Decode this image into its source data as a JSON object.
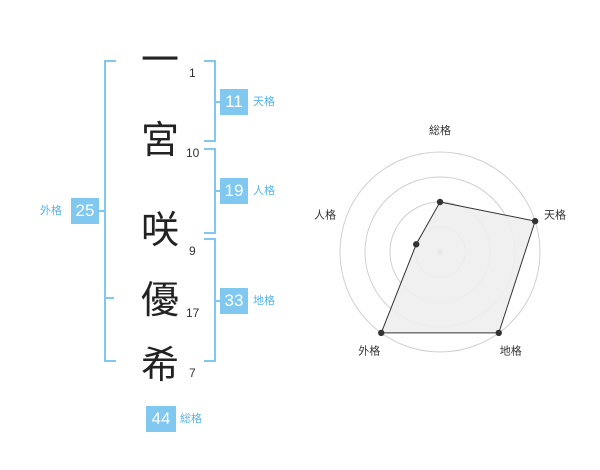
{
  "name_chars": [
    {
      "char": "一",
      "strokes": "1"
    },
    {
      "char": "宮",
      "strokes": "10"
    },
    {
      "char": "咲",
      "strokes": "9"
    },
    {
      "char": "優",
      "strokes": "17"
    },
    {
      "char": "希",
      "strokes": "7"
    }
  ],
  "fortunes": {
    "tenkaku": {
      "value": "11",
      "label": "天格"
    },
    "jinkaku": {
      "value": "19",
      "label": "人格"
    },
    "chikaku": {
      "value": "33",
      "label": "地格"
    },
    "gaikaku": {
      "value": "25",
      "label": "外格"
    },
    "soukaku": {
      "value": "44",
      "label": "総格"
    }
  },
  "radar": {
    "axes": [
      "総格",
      "天格",
      "地格",
      "外格",
      "人格"
    ],
    "levels": 4,
    "values": [
      2,
      4,
      4,
      4,
      1
    ],
    "colors": {
      "grid": "#d0d0d0",
      "fill": "#eeeeee",
      "stroke": "#333333",
      "point": "#333333",
      "center": "#bbbbbb"
    }
  }
}
